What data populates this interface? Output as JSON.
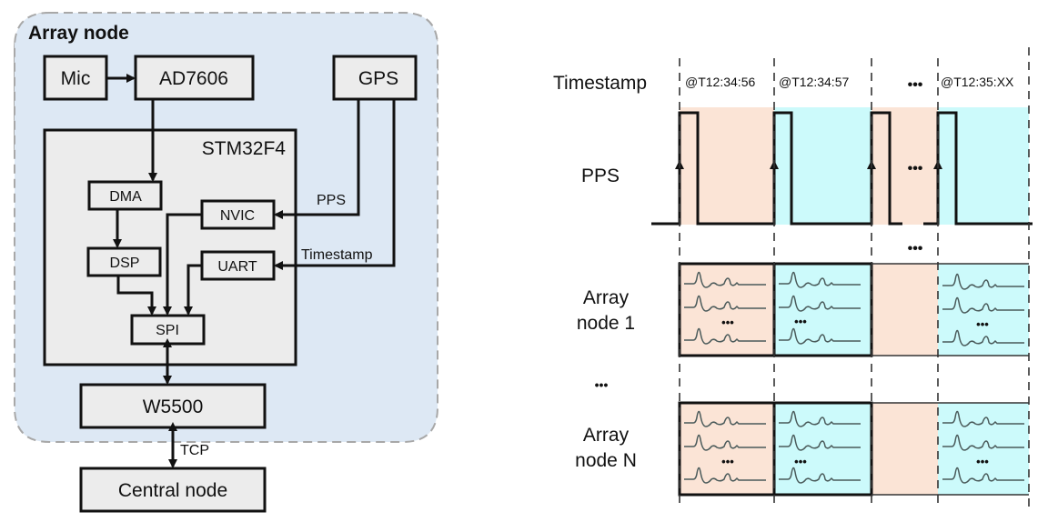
{
  "colors": {
    "array_node_bg": "#dde8f4",
    "block_fill": "#ececec",
    "period_a": "#fbe4d6",
    "period_b": "#ccfafb",
    "line": "#111111"
  },
  "left_diagram": {
    "group_title": "Array node",
    "blocks": {
      "mic": "Mic",
      "adc": "AD7606",
      "gps": "GPS",
      "mcu": "STM32F4",
      "dma": "DMA",
      "dsp": "DSP",
      "nvic": "NVIC",
      "uart": "UART",
      "spi": "SPI",
      "ethernet": "W5500",
      "central": "Central node"
    },
    "signals": {
      "pps": "PPS",
      "timestamp": "Timestamp",
      "tcp": "TCP"
    }
  },
  "right_diagram": {
    "row_labels": {
      "timestamp": "Timestamp",
      "pps": "PPS",
      "node1_line1": "Array",
      "node1_line2": "node 1",
      "gap": "•••",
      "nodeN_line1": "Array",
      "nodeN_line2": "node N"
    },
    "timestamps": [
      "@T12:34:56",
      "@T12:34:57",
      "•••",
      "@T12:35:XX"
    ],
    "ellipsis": "•••"
  }
}
